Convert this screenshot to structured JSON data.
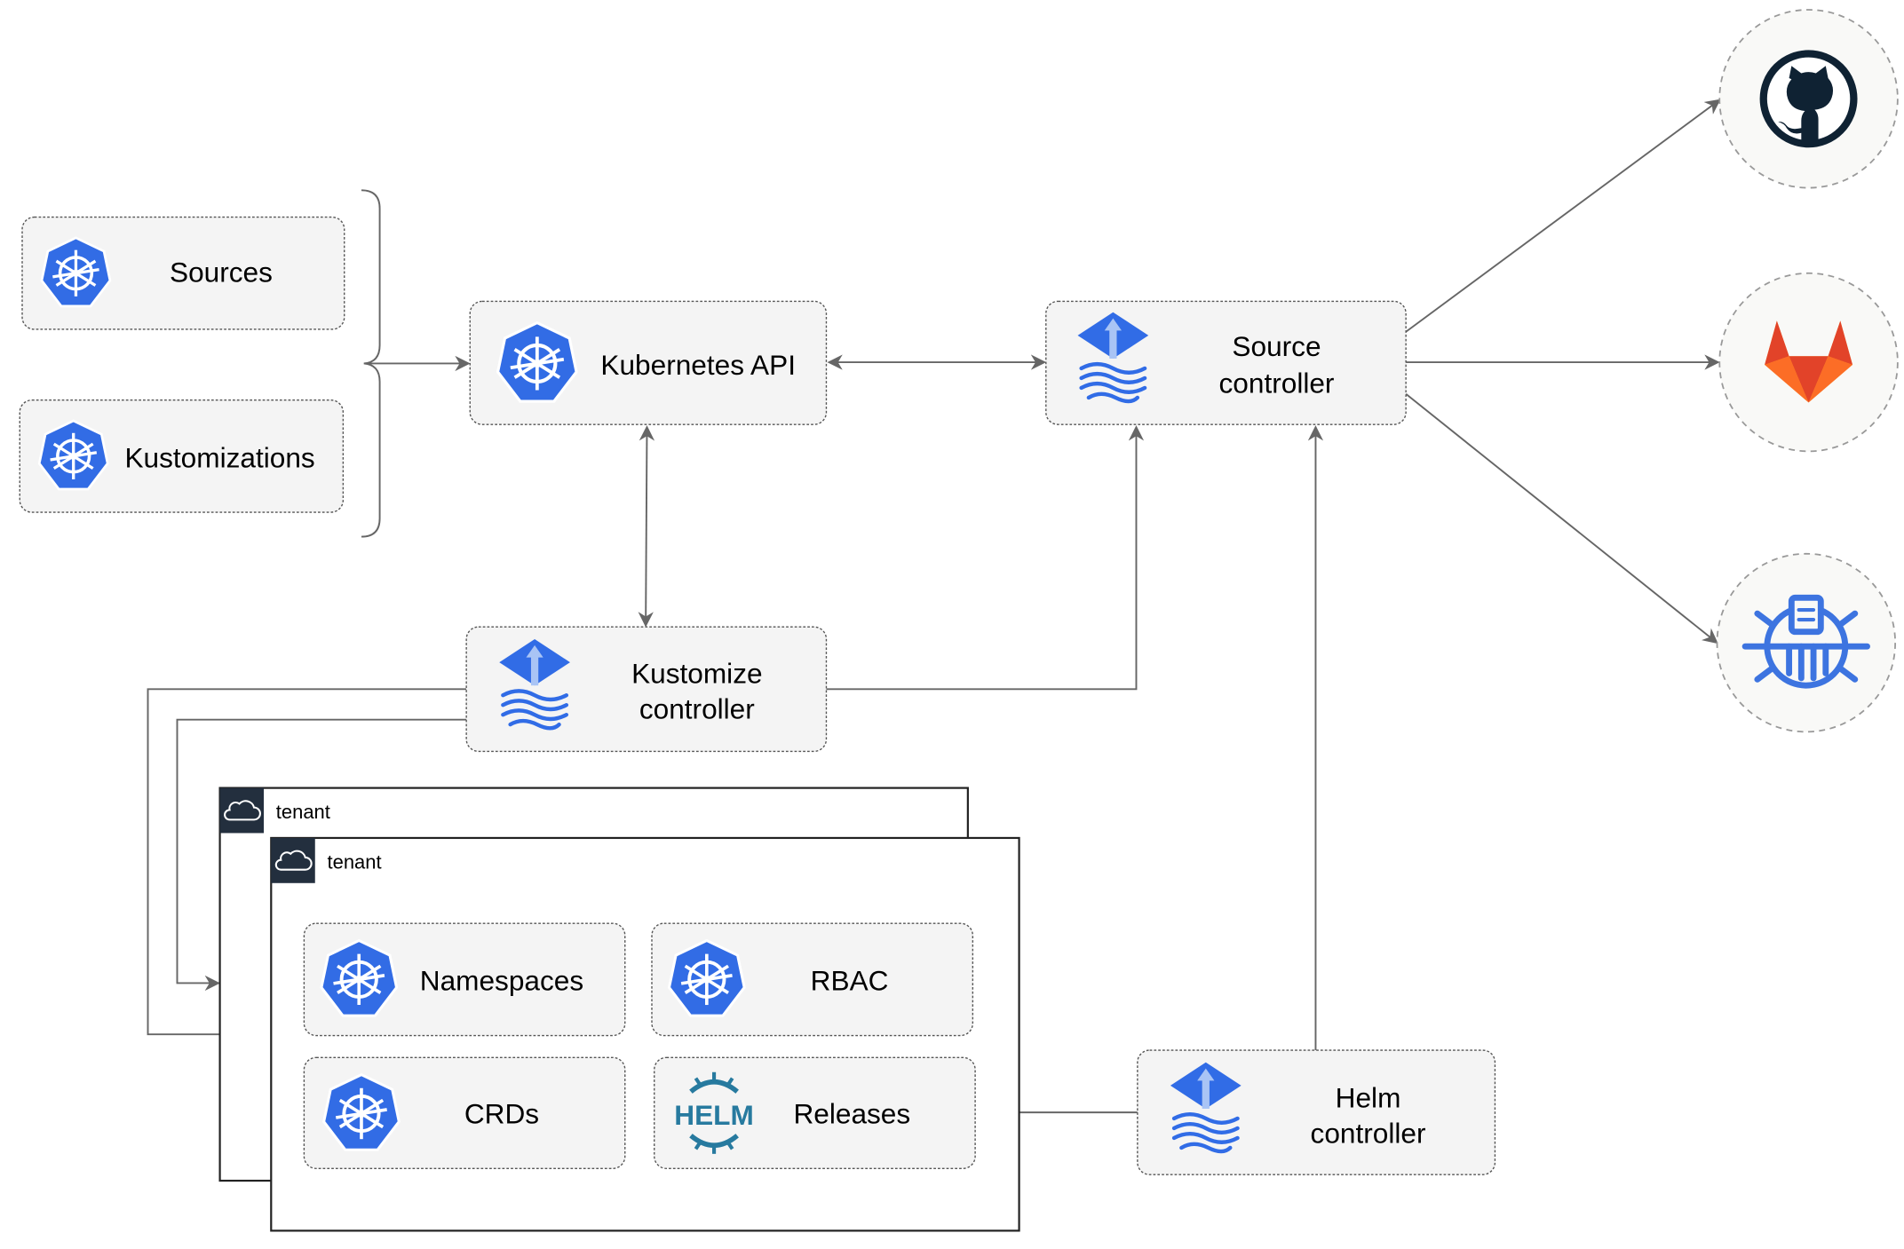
{
  "nodes": {
    "sources": "Sources",
    "kustomizations": "Kustomizations",
    "kubernetes_api": "Kubernetes API",
    "source_controller": [
      "Source",
      "controller"
    ],
    "kustomize_controller": [
      "Kustomize",
      "controller"
    ],
    "helm_controller": [
      "Helm",
      "controller"
    ],
    "namespaces": "Namespaces",
    "rbac": "RBAC",
    "crds": "CRDs",
    "releases": "Releases"
  },
  "tenants": [
    "tenant",
    "tenant"
  ],
  "helm_logo_text": "HELM",
  "external_sources": [
    "github-icon",
    "gitlab-icon",
    "bucket-icon"
  ],
  "colors": {
    "kubernetes_blue": "#326ce5",
    "flux_blue": "#316ce6",
    "helm_blue": "#277a9f",
    "github_dark": "#0f2233",
    "gitlab_orange": "#e24329",
    "gitlab_light": "#fca326",
    "box_fill": "#f4f4f4",
    "connector": "#666666"
  }
}
